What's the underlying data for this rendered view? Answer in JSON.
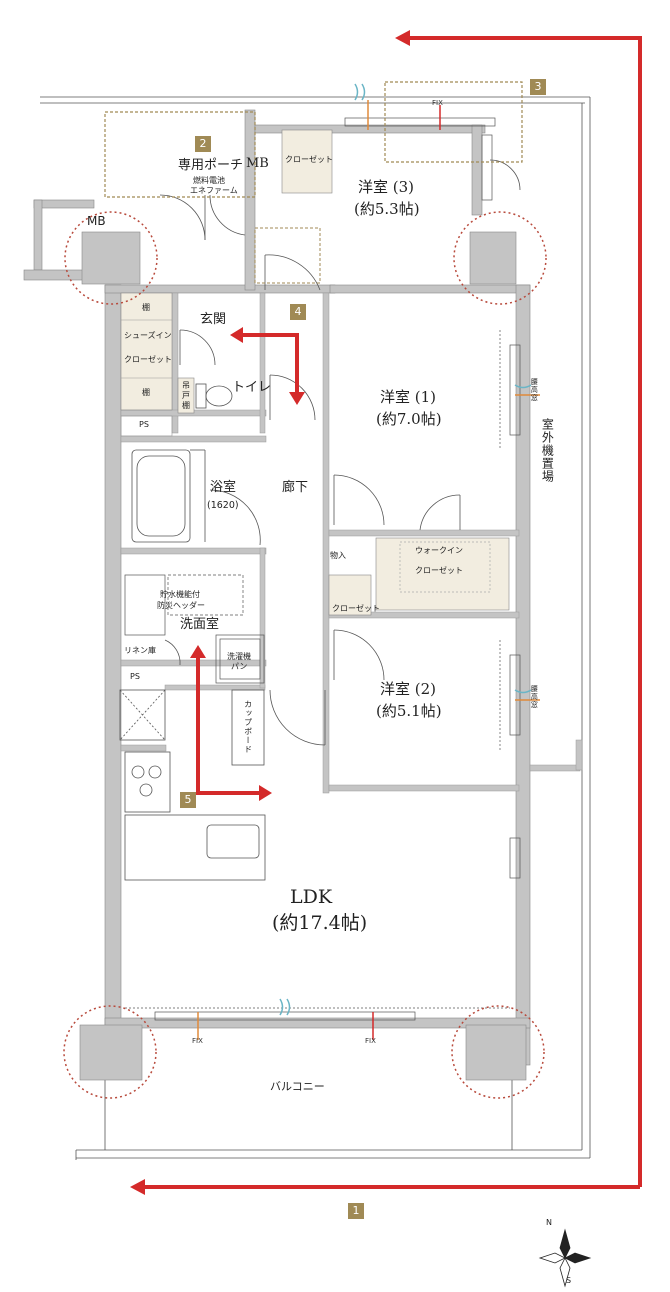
{
  "rooms": {
    "western3_name": "洋室 (3)",
    "western3_size": "(約5.3帖)",
    "western1_name": "洋室 (1)",
    "western1_size": "(約7.0帖)",
    "western2_name": "洋室 (2)",
    "western2_size": "(約5.1帖)",
    "ldk_name": "LDK",
    "ldk_size": "(約17.4帖)",
    "bath_name": "浴室",
    "bath_size": "(1620)",
    "washroom": "洗面室",
    "toilet": "トイレ",
    "entrance": "玄関",
    "hallway": "廊下",
    "porch": "専用ポーチ",
    "balcony": "バルコニー",
    "outdoor_unit": "室外機置場"
  },
  "storage": {
    "shelf_top": "棚",
    "shoes_in": "シューズイン",
    "closet_shoes": "クローゼット",
    "shelf_bottom": "棚",
    "closet_w3": "クローゼット",
    "walk_in_1": "ウォークイン",
    "walk_in_2": "クローゼット",
    "storage": "物入",
    "closet_w2": "クローゼット",
    "linen": "リネン庫",
    "cupboard": "カップボード",
    "hanging_1": "吊",
    "hanging_2": "戸",
    "hanging_3": "棚",
    "laundry_1": "洗濯機",
    "laundry_2": "パン"
  },
  "utilities": {
    "mb_top": "MB",
    "mb_left": "MB",
    "fuel_cell_1": "燃料電池",
    "fuel_cell_2": "エネファーム",
    "ps_1": "PS",
    "ps_2": "PS",
    "heater_1": "貯水機能付",
    "heater_2": "防災ヘッダー",
    "window_1": "腰高窓",
    "window_2": "腰高窓",
    "fix_top": "FIX",
    "fix_bl": "FIX",
    "fix_br": "FIX"
  },
  "markers": [
    "1",
    "2",
    "3",
    "4",
    "5"
  ],
  "colors": {
    "arrow": "#d42a2a",
    "badge": "#a08a55",
    "wall": "#c4c4c4",
    "storage_fill": "#f2ede0",
    "pillar_circle": "#b84a3c"
  },
  "compass": {
    "north": "N",
    "south": "S"
  }
}
